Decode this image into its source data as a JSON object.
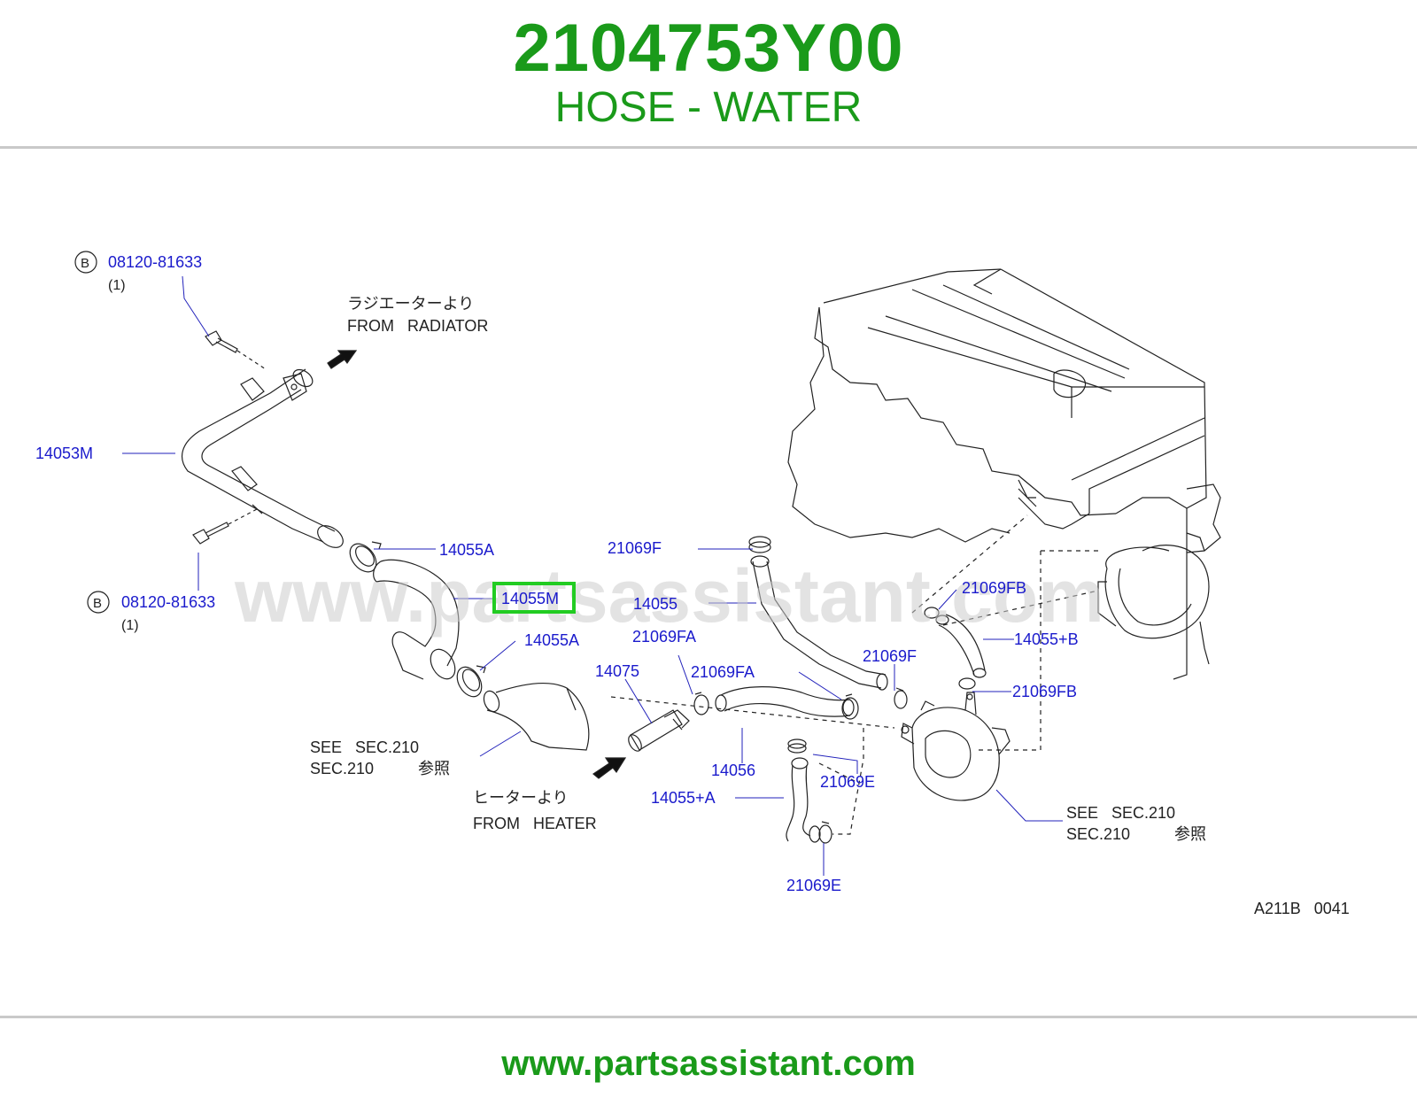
{
  "header": {
    "part_number": "2104753Y00",
    "part_name": "HOSE - WATER"
  },
  "footer": {
    "url": "www.partsassistant.com"
  },
  "diagram": {
    "watermark": "www.partsassistant.com",
    "callouts": {
      "bolt_top": "08120-81633",
      "bolt_top_qty": "(1)",
      "bolt_bottom": "08120-81633",
      "bolt_bottom_qty": "(1)",
      "bolt_symbol": "B",
      "pipe": "14053M",
      "clamp_upper": "14055A",
      "hose_selected": "14055M",
      "clamp_lower": "14055A",
      "clamp_f_top": "21069F",
      "hose_14055": "14055",
      "clamp_fa_left": "21069FA",
      "connector": "14075",
      "clamp_fa_right": "21069FA",
      "clamp_f_right": "21069F",
      "clamp_fb_top": "21069FB",
      "hose_b": "14055+B",
      "clamp_fb_bottom": "21069FB",
      "hose_14056": "14056",
      "clamp_e_top": "21069E",
      "hose_a": "14055+A",
      "clamp_e_bottom": "21069E"
    },
    "notes": {
      "from_radiator_jp": "ラジエーターより",
      "from_radiator_en": "FROM   RADIATOR",
      "from_heater_jp": "ヒーターより",
      "from_heater_en": "FROM   HEATER",
      "see_left_1": "SEE   SEC.210",
      "see_left_2": "SEC.210",
      "see_left_jp": "参照",
      "see_right_1": "SEE   SEC.210",
      "see_right_2": "SEC.210",
      "see_right_jp": "参照",
      "figure_code": "A211B   0041"
    },
    "colors": {
      "brand_green": "#1a9a1a",
      "callout_blue": "#1a1acc",
      "highlight_green": "#22cc22"
    }
  }
}
